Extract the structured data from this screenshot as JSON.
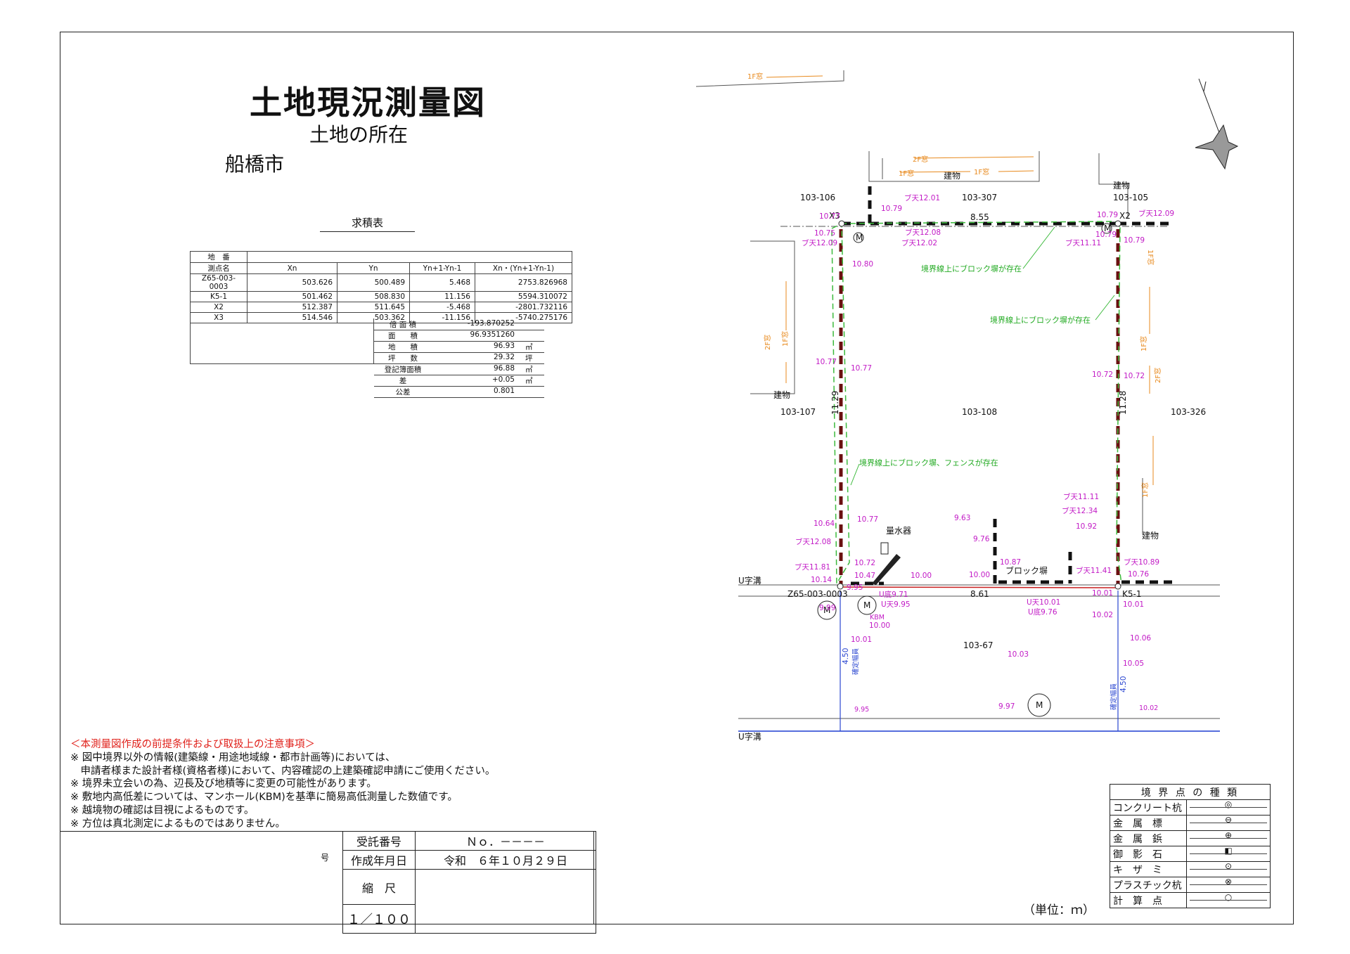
{
  "header": {
    "title": "土地現況測量図",
    "location_label": "土地の所在",
    "location_value": "船橋市"
  },
  "area_table": {
    "title": "求積表",
    "parcel_label": "地　番",
    "columns": [
      "測点名",
      "Xn",
      "Yn",
      "Yn+1-Yn-1",
      "Xn・(Yn+1-Yn-1)"
    ],
    "rows": [
      [
        "Z65-003-0003",
        "503.626",
        "500.489",
        "5.468",
        "2753.826968"
      ],
      [
        "K5-1",
        "501.462",
        "508.830",
        "11.156",
        "5594.310072"
      ],
      [
        "X2",
        "512.387",
        "511.645",
        "-5.468",
        "-2801.732116"
      ],
      [
        "X3",
        "514.546",
        "503.362",
        "-11.156",
        "-5740.275176"
      ]
    ],
    "summary": [
      {
        "label": "倍 面 積",
        "value": "-193.870252",
        "unit": ""
      },
      {
        "label": "面　　積",
        "value": "96.9351260",
        "unit": ""
      },
      {
        "label": "地　　積",
        "value": "96.93",
        "unit": "㎡"
      },
      {
        "label": "坪　　数",
        "value": "29.32",
        "unit": "坪"
      },
      {
        "label": "登記簿面積",
        "value": "96.88",
        "unit": "㎡"
      },
      {
        "label": "差",
        "value": "+0.05",
        "unit": "㎡"
      },
      {
        "label": "公差",
        "value": "0.801",
        "unit": ""
      }
    ]
  },
  "notes": {
    "heading": "＜本測量図作成の前提条件および取扱上の注意事項＞",
    "lines": [
      "※ 図中境界以外の情報(建築線・用途地域線・都市計画等)においては、",
      "　申請者様また設計者様(資格者様)において、内容確認の上建築確認申請にご使用ください。",
      "※ 境界未立会いの為、辺長及び地積等に変更の可能性があります。",
      "※ 敷地内高低差については、マンホール(KBM)を基準に簡易高低測量した数値です。",
      "※ 越境物の確認は目視によるものです。",
      "※ 方位は真北測定によるものではありません。"
    ]
  },
  "info_box": {
    "side_label": "号",
    "receipt_label": "受託番号",
    "receipt_value": "Ｎｏ．－－－－",
    "date_label": "作成年月日",
    "date_value": "令和　６年１０月２９日",
    "scale_label": "縮　尺",
    "scale_value": "１／１００"
  },
  "legend": {
    "title": "境 界 点 の 種 類",
    "items": [
      {
        "name": "コンクリート杭",
        "symbol": "◎"
      },
      {
        "name": "金　属　標",
        "symbol": "⊖"
      },
      {
        "name": "金　属　鋲",
        "symbol": "⊕"
      },
      {
        "name": "御　影　石",
        "symbol": "◧"
      },
      {
        "name": "キ　ザ　ミ",
        "symbol": "⊙"
      },
      {
        "name": "プラスチック杭",
        "symbol": "⊗"
      },
      {
        "name": "計　算　点",
        "symbol": "○"
      }
    ]
  },
  "unit_label": "（単位：ｍ）",
  "drawing": {
    "parcels": {
      "top_left": "103-106",
      "top_mid": "103-307",
      "top_right": "103-105",
      "left": "103-107",
      "center": "103-108",
      "right": "103-326",
      "bottom": "103-67"
    },
    "points": {
      "x3": "X3",
      "x2": "X2",
      "z65": "Z65-003-0003",
      "k5": "K5-1"
    },
    "dims": {
      "top": "8.55",
      "bottom": "8.61",
      "left": "11.29",
      "right": "11.28",
      "road_left": "4.50",
      "road_right": "4.50"
    },
    "road_width_label": "確定幅員",
    "building": "建物",
    "ditch": "U字溝",
    "meter": "量水器",
    "block_wall": "ブロック塀",
    "windows": {
      "w1f_far": "1F窓",
      "w2f_top": "2F窓",
      "w1f_top_a": "1F窓",
      "w1f_top_b": "1F窓",
      "w2f_left": "2F窓",
      "w1f_left": "1F窓",
      "w1f_right_top": "1F窓",
      "w1f_right_mid": "1F窓",
      "w2f_right": "2F窓",
      "w1f_right_low": "1F窓"
    },
    "green_notes": {
      "top": "境界線上にブロック塀が存在",
      "right": "境界線上にブロック塀が存在",
      "left": "境界線上にブロック塀、フェンスが存在"
    },
    "manhole": "M",
    "elevations": {
      "e1": "10.77",
      "e2": "10.79",
      "e3": "ブ天12.01",
      "e4": "ブ天12.08",
      "e5": "ブ天12.02",
      "e6": "10.79",
      "e7": "ブ天12.09",
      "e8": "10.79",
      "e9": "ブ天11.11",
      "e10": "10.79",
      "e11": "10.75",
      "e12": "ブ天12.09",
      "e13": "10.80",
      "e14": "10.77",
      "e15": "10.77",
      "e16": "10.72",
      "e17": "10.72",
      "e18": "ブ天11.11",
      "e19": "ブ天12.34",
      "e20": "10.92",
      "e21": "10.64",
      "e22": "10.77",
      "e23": "9.63",
      "e24": "9.76",
      "e25": "ブ天12.08",
      "e26": "10.72",
      "e27": "10.47",
      "e28": "10.00",
      "e29": "10.87",
      "e30": "10.00",
      "e31": "ブ天11.81",
      "e32": "10.14",
      "e33": "9.95",
      "e34": "U底9.71",
      "e35": "U天9.95",
      "e36": "U天10.01",
      "e37": "U底9.76",
      "e38": "ブ天10.89",
      "e39": "10.76",
      "e40": "ブ天11.41",
      "e41": "10.01",
      "e42": "10.01",
      "e43": "9.99",
      "e44": "KBM",
      "e45": "10.00",
      "e46": "10.02",
      "e47": "10.01",
      "e48": "10.03",
      "e49": "10.06",
      "e50": "10.05",
      "e51": "9.95",
      "e52": "9.97",
      "e53": "10.02"
    }
  }
}
